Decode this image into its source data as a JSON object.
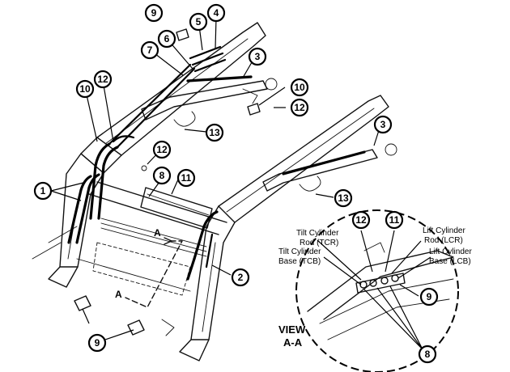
{
  "callouts": {
    "c1": "1",
    "c2": "2",
    "c3a": "3",
    "c3b": "3",
    "c4": "4",
    "c5": "5",
    "c6": "6",
    "c7": "7",
    "c8a": "8",
    "c8b": "8",
    "c9a": "9",
    "c9b": "9",
    "c9c": "9",
    "c10a": "10",
    "c10b": "10",
    "c11a": "11",
    "c11b": "11",
    "c12a": "12",
    "c12b": "12",
    "c12c": "12",
    "c12d": "12",
    "c13a": "13",
    "c13b": "13"
  },
  "section_marks": {
    "a_top": "A",
    "a_bottom": "A"
  },
  "detail_view": {
    "title": "VIEW",
    "subtitle": "A-A",
    "tilt_rod_1": "Tilt Cylinder",
    "tilt_rod_2": "Rod (TCR)",
    "tilt_base_1": "Tilt Cylinder",
    "tilt_base_2": "Base (TCB)",
    "lift_rod_1": "Lift Cylinder",
    "lift_rod_2": "Rod (LCR)",
    "lift_base_1": "Lift Cylinder",
    "lift_base_2": "Base (LCB)"
  }
}
